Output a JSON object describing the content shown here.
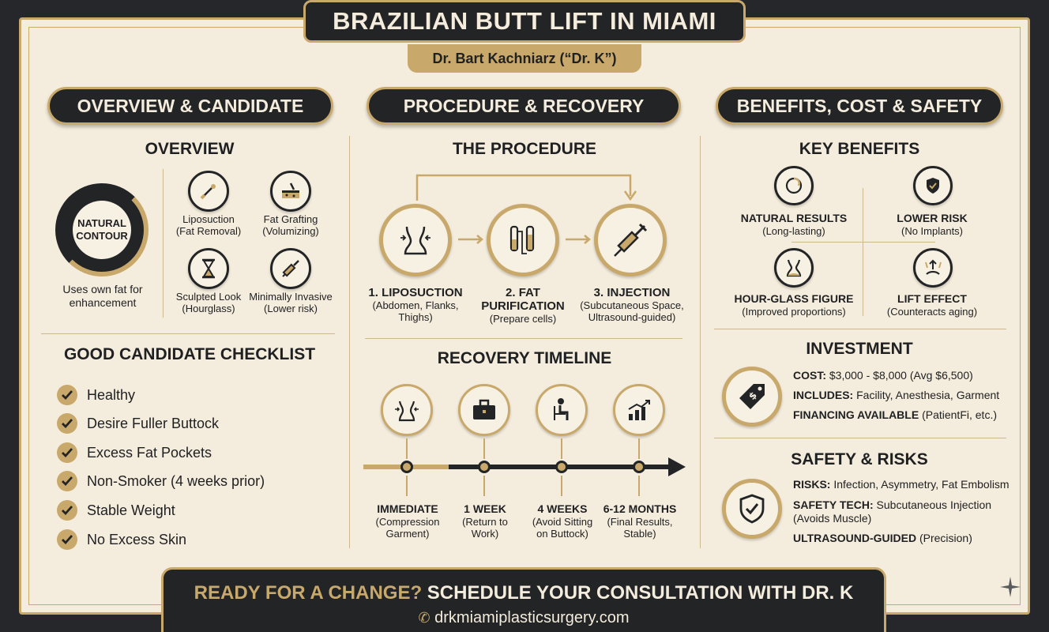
{
  "title": "BRAZILIAN BUTT LIFT IN MIAMI",
  "subtitle": "Dr. Bart Kachniarz (“Dr. K”)",
  "sections": {
    "col1": "OVERVIEW & CANDIDATE",
    "col2": "PROCEDURE & RECOVERY",
    "col3": "BENEFITS, COST & SAFETY"
  },
  "overview": {
    "heading": "OVERVIEW",
    "badge_line1": "NATURAL",
    "badge_line2": "CONTOUR",
    "badge_caption_1": "Uses own fat for",
    "badge_caption_2": "enhancement",
    "items": [
      {
        "l1": "Liposuction",
        "l2": "(Fat Removal)",
        "icon": "cannula-icon"
      },
      {
        "l1": "Fat Grafting",
        "l2": "(Volumizing)",
        "icon": "skin-graft-icon"
      },
      {
        "l1": "Sculpted Look",
        "l2": "(Hourglass)",
        "icon": "hourglass-icon"
      },
      {
        "l1": "Minimally Invasive",
        "l2": "(Lower risk)",
        "icon": "syringe-icon"
      }
    ]
  },
  "candidate": {
    "heading": "GOOD CANDIDATE CHECKLIST",
    "items": [
      "Healthy",
      "Desire Fuller Buttock",
      "Excess Fat Pockets",
      "Non-Smoker (4 weeks prior)",
      "Stable Weight",
      "No Excess Skin"
    ]
  },
  "procedure": {
    "heading": "THE PROCEDURE",
    "steps": [
      {
        "l1": "1. LIPOSUCTION",
        "l2": "(Abdomen, Flanks,",
        "l3": "Thighs)"
      },
      {
        "l1": "2. FAT",
        "l2": "PURIFICATION",
        "l3": "(Prepare cells)"
      },
      {
        "l1": "3. INJECTION",
        "l2": "(Subcutaneous Space,",
        "l3": "Ultrasound-guided)"
      }
    ]
  },
  "recovery": {
    "heading": "RECOVERY TIMELINE",
    "stages": [
      {
        "l1": "IMMEDIATE",
        "l2": "(Compression",
        "l3": "Garment)"
      },
      {
        "l1": "1 WEEK",
        "l2": "(Return to",
        "l3": "Work)"
      },
      {
        "l1": "4 WEEKS",
        "l2": "(Avoid Sitting",
        "l3": "on Buttock)"
      },
      {
        "l1": "6-12 MONTHS",
        "l2": "(Final Results,",
        "l3": "Stable)"
      }
    ]
  },
  "benefits": {
    "heading": "KEY BENEFITS",
    "items": [
      {
        "l1": "NATURAL RESULTS",
        "l2": "(Long-lasting)"
      },
      {
        "l1": "LOWER RISK",
        "l2": "(No Implants)"
      },
      {
        "l1": "HOUR-GLASS FIGURE",
        "l2": "(Improved proportions)"
      },
      {
        "l1": "LIFT EFFECT",
        "l2": "(Counteracts aging)"
      }
    ]
  },
  "investment": {
    "heading": "INVESTMENT",
    "cost_label": "COST:",
    "cost_value": "$3,000 - $8,000 (Avg $6,500)",
    "includes_label": "INCLUDES:",
    "includes_value": "Facility, Anesthesia, Garment",
    "financing_label": "FINANCING AVAILABLE",
    "financing_value": "(PatientFi, etc.)"
  },
  "safety": {
    "heading": "SAFETY & RISKS",
    "risks_label": "RISKS:",
    "risks_value": "Infection, Asymmetry, Fat Embolism",
    "tech_label": "SAFETY TECH:",
    "tech_value": "Subcutaneous Injection",
    "tech_value_2": "(Avoids Muscle)",
    "us_label": "ULTRASOUND-GUIDED",
    "us_value": "(Precision)"
  },
  "footer": {
    "cta_gold": "READY FOR A CHANGE?",
    "cta_rest": "SCHEDULE YOUR CONSULTATION WITH DR. K",
    "url": "drkmiamiplasticsurgery.com"
  },
  "colors": {
    "gold": "#c8a96b",
    "dark": "#232426",
    "cream": "#f4ecdc"
  }
}
